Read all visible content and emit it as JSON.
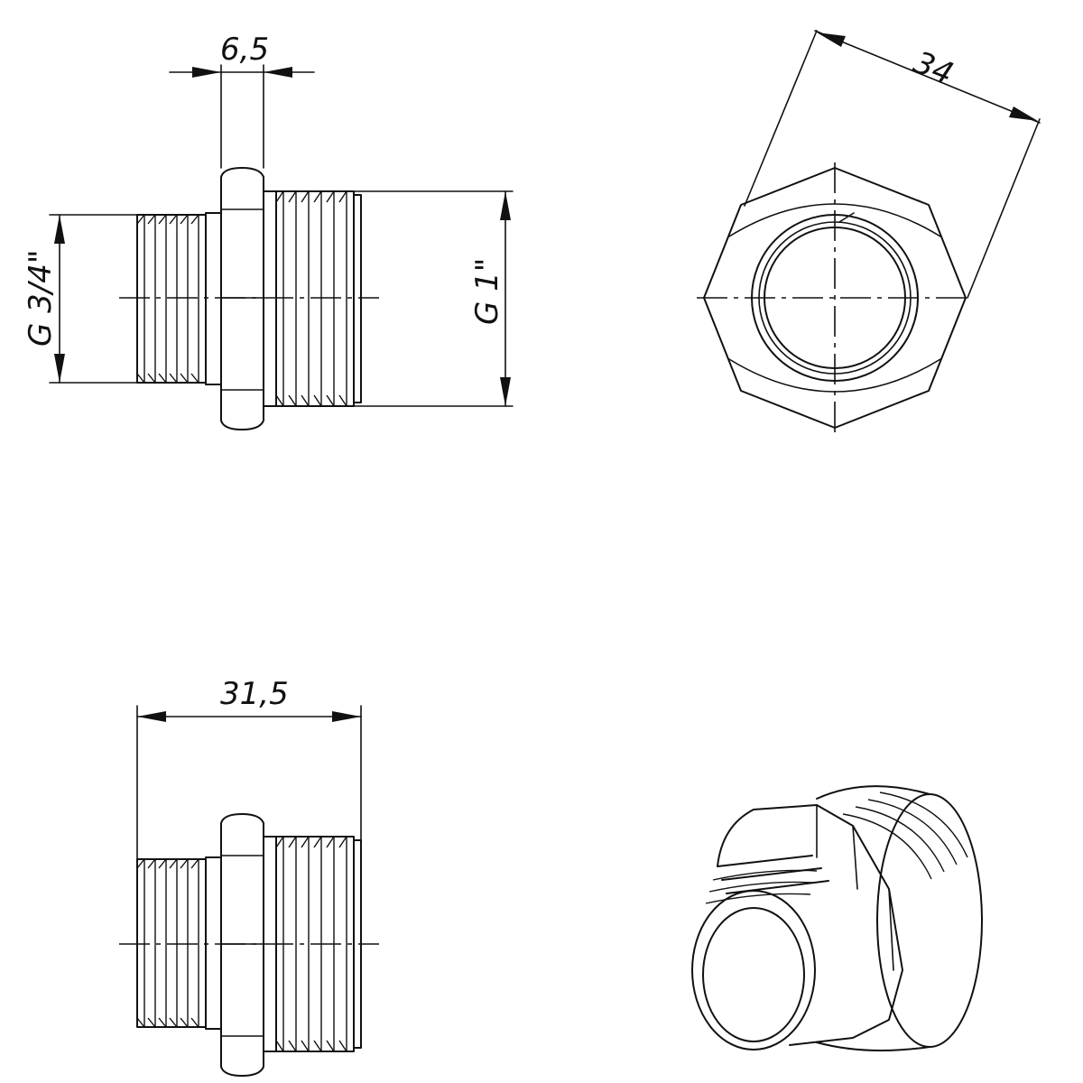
{
  "dimensions": {
    "hex_width": "6,5",
    "across_flats": "34",
    "total_length": "31,5",
    "small_thread": "G 3/4\"",
    "large_thread": "G 1\""
  }
}
